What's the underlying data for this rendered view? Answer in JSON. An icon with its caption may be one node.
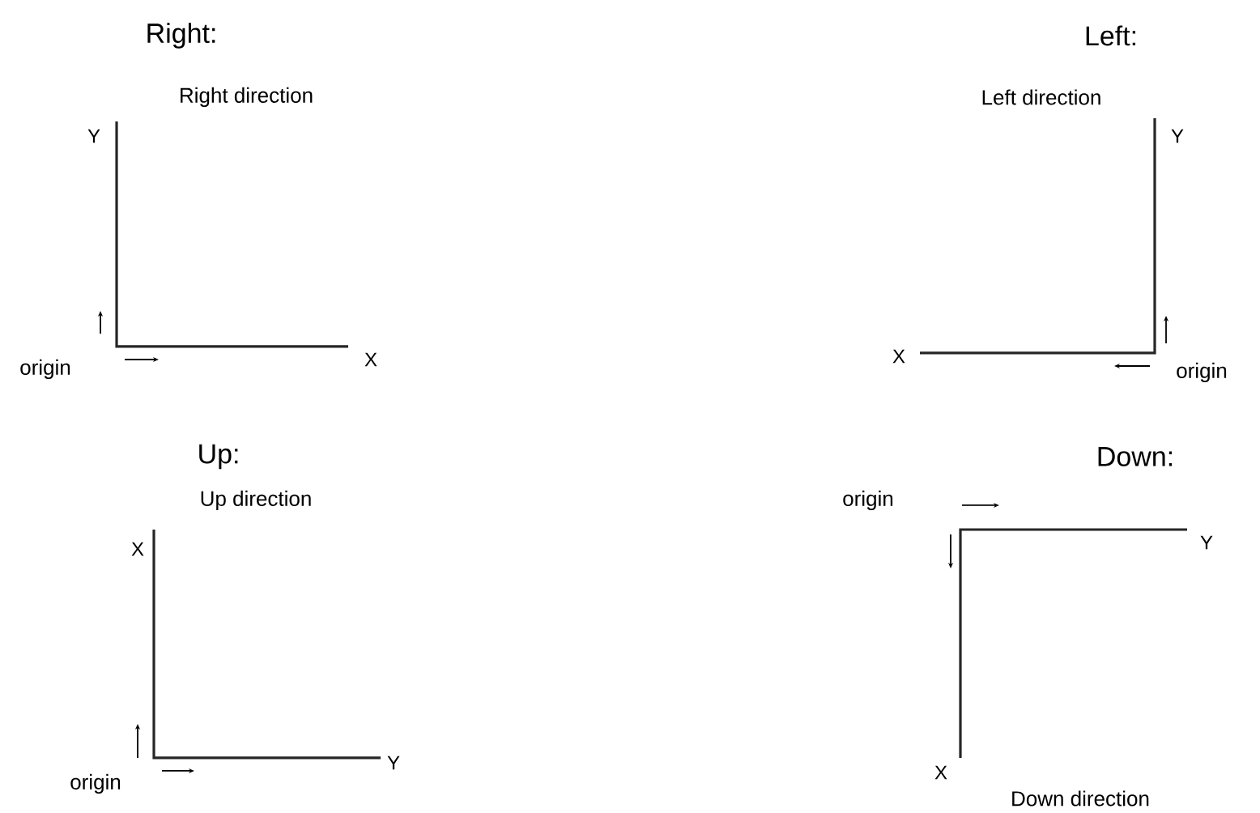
{
  "diagram": {
    "labels": [
      "Right:",
      "Right direction",
      "Y",
      "X",
      "origin",
      "Left:",
      "Left direction",
      "Y",
      "X",
      "origin",
      "Up:",
      "Up direction",
      "X",
      "Y",
      "origin",
      "Down:",
      "origin",
      "Y",
      "X",
      "Down direction"
    ]
  }
}
